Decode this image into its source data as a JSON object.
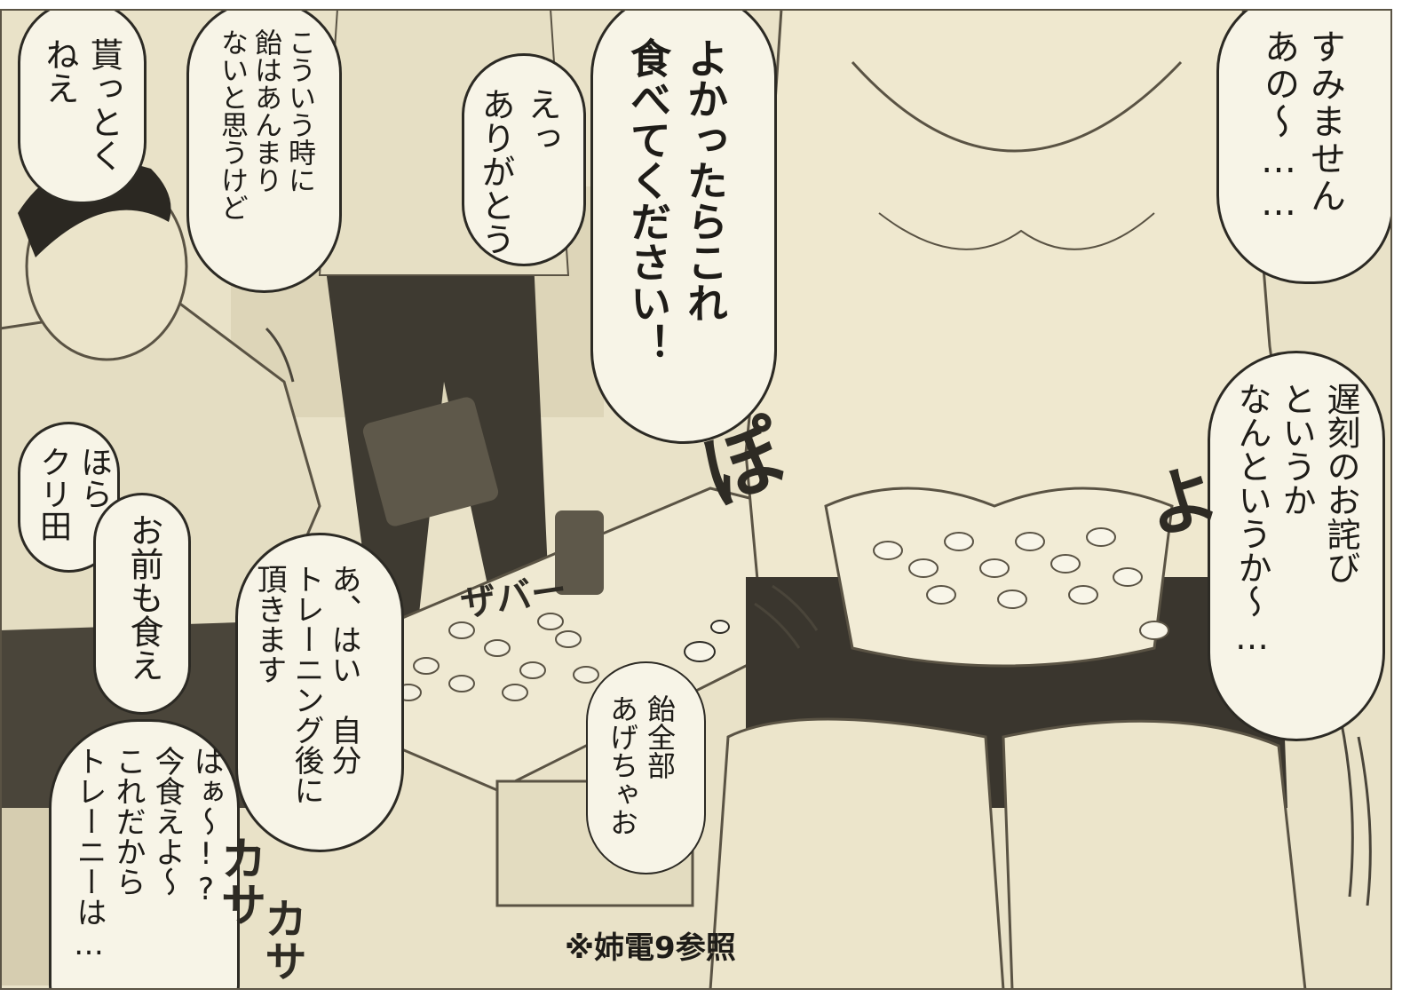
{
  "colors": {
    "paper": "#e9e2c8",
    "bubble": "#f7f4e7",
    "ink": "#1e1c18",
    "shadow": "#4a453a"
  },
  "bubbles": {
    "sumimasen": "すみません\nあの〜……",
    "chikoku": "遅刻のお詫び\nというか\nなんというか〜…",
    "yokattara": "よかったらこれ\n食べてください！",
    "ettsu": "えっ\nありがとう",
    "kouiu": "こういう時に\n飴はあんまり\nないと思うけど",
    "moratto": "貰っとく\nねえ",
    "hora": "ほら\nクリ田",
    "omaemo": "お前も食え",
    "ahai": "あ、はい　自分\nトレーニング後に\n頂きます",
    "haa": "はぁ〜!?\n今食えよ〜\nこれだから\nトレーニーは…",
    "ame_thought": "飴全部\nあげちゃお"
  },
  "sfx": {
    "po": "ぽ",
    "yo": "よ",
    "zaba": "ザバー",
    "kasa1": "カサ",
    "kasa2": "カサ"
  },
  "note": "※姉電9参照"
}
